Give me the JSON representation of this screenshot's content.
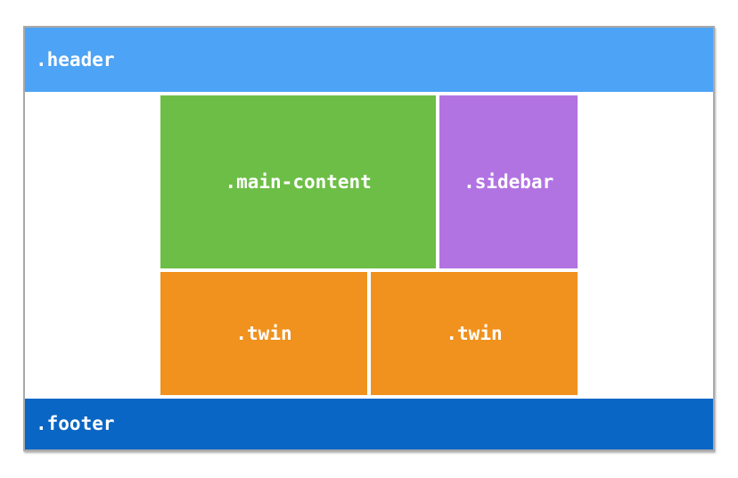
{
  "frame": {
    "header": {
      "label": ".header"
    },
    "main_content": {
      "label": ".main-content"
    },
    "sidebar": {
      "label": ".sidebar"
    },
    "twins": [
      {
        "label": ".twin"
      },
      {
        "label": ".twin"
      }
    ],
    "footer": {
      "label": ".footer"
    }
  },
  "colors": {
    "page-bg": "#ffffff",
    "frame-border": "#a9a9a9",
    "header-bg": "#4da3f5",
    "main-content-bg": "#6dbe46",
    "sidebar-bg": "#b273e2",
    "twin-bg": "#f0921d",
    "footer-bg": "#0a66c4",
    "label-text": "#ffffff"
  }
}
